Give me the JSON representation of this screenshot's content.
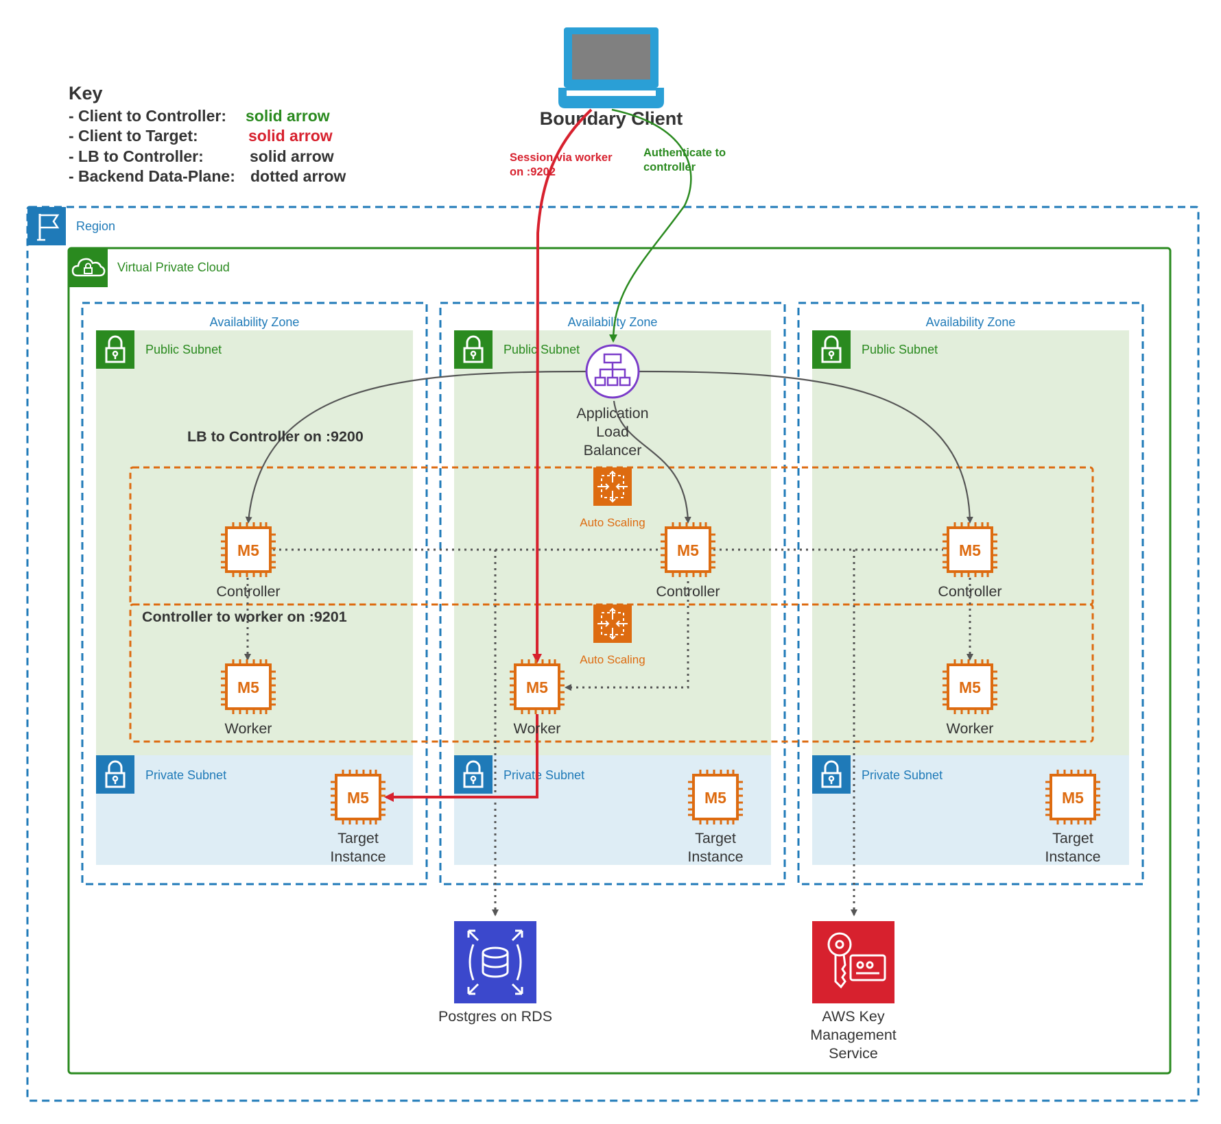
{
  "key": {
    "title": "Key",
    "rows": [
      {
        "label": "- Client to Controller:",
        "style": "solid arrow",
        "color": "#2a8a1f"
      },
      {
        "label": "- Client to Target:",
        "style": "solid arrow",
        "color": "#d7212e"
      },
      {
        "label": "- LB to Controller:",
        "style": "solid arrow",
        "color": "#333333"
      },
      {
        "label": "- Backend Data-Plane:",
        "style": "dotted arrow",
        "color": "#333333"
      }
    ]
  },
  "client": {
    "label": "Boundary Client",
    "icon": "laptop-icon"
  },
  "edges": {
    "session": "Session via worker on :9202",
    "session_lines": [
      "Session via worker",
      "on :9202"
    ],
    "authenticate_lines": [
      "Authenticate to",
      "controller"
    ],
    "lb_to_controller": "LB to Controller on :9200",
    "controller_to_worker": "Controller to worker on :9201"
  },
  "region": {
    "label": "Region",
    "icon": "flag-icon"
  },
  "vpc": {
    "label": "Virtual Private Cloud",
    "icon": "cloud-lock-icon"
  },
  "zones": [
    {
      "label": "Availability Zone",
      "public": "Public Subnet",
      "private": "Private Subnet"
    },
    {
      "label": "Availability Zone",
      "public": "Public Subnet",
      "private": "Private Subnet"
    },
    {
      "label": "Availability Zone",
      "public": "Public Subnet",
      "private": "Private Subnet"
    }
  ],
  "alb": {
    "lines": [
      "Application",
      "Load",
      "Balancer"
    ],
    "icon": "load-balancer-icon"
  },
  "auto_scaling": {
    "label": "Auto Scaling",
    "icon": "auto-scaling-icon"
  },
  "instance_type": "M5",
  "controller_label": "Controller",
  "worker_label": "Worker",
  "target_lines": [
    "Target",
    "Instance"
  ],
  "rds": {
    "label": "Postgres on RDS",
    "icon": "database-icon"
  },
  "kms": {
    "lines": [
      "AWS Key",
      "Management",
      "Service"
    ],
    "icon": "key-icon"
  },
  "colors": {
    "region_blue": "#1f7ab8",
    "vpc_green": "#2a8a1f",
    "public_fill": "#e2eedb",
    "private_fill": "#deedf5",
    "orange": "#dd6b10",
    "red": "#d7212e",
    "rds_blue": "#3b48cc",
    "purple": "#7a3bc9"
  }
}
